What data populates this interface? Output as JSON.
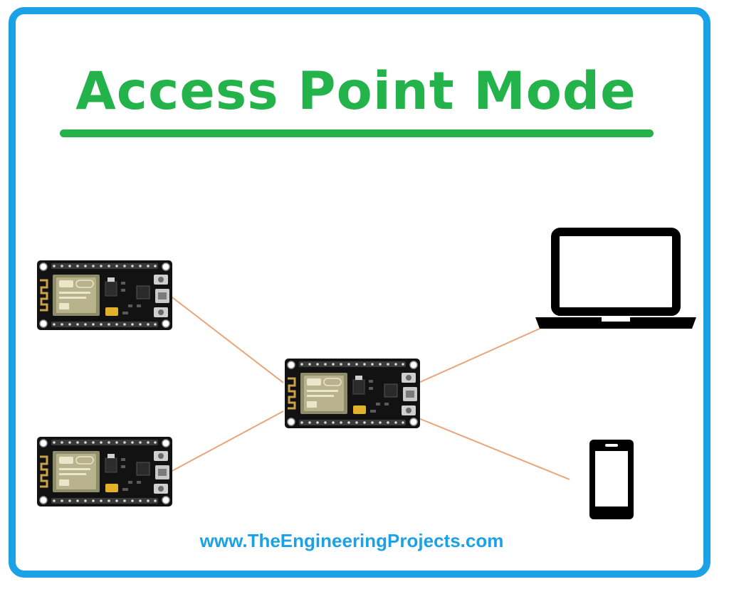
{
  "diagram": {
    "title": "Access Point Mode",
    "footer": "www.TheEngineeringProjects.com",
    "nodes": [
      {
        "id": "station-module-1",
        "kind": "esp8266-module"
      },
      {
        "id": "station-module-2",
        "kind": "esp8266-module"
      },
      {
        "id": "access-point-module",
        "kind": "esp8266-module"
      },
      {
        "id": "laptop",
        "kind": "laptop-icon"
      },
      {
        "id": "smartphone",
        "kind": "smartphone-icon"
      }
    ],
    "edges": [
      {
        "from": "station-module-1",
        "to": "access-point-module"
      },
      {
        "from": "station-module-2",
        "to": "access-point-module"
      },
      {
        "from": "access-point-module",
        "to": "laptop"
      },
      {
        "from": "access-point-module",
        "to": "smartphone"
      }
    ]
  },
  "colors": {
    "border": "#1ba2e6",
    "title": "#24b24a",
    "footer": "#1ba2e6",
    "connector": "#e8a57a",
    "board": "#121212",
    "wifi_chip": "#b8b38c",
    "antenna": "#c8a24a",
    "device_icon": "#000000"
  }
}
